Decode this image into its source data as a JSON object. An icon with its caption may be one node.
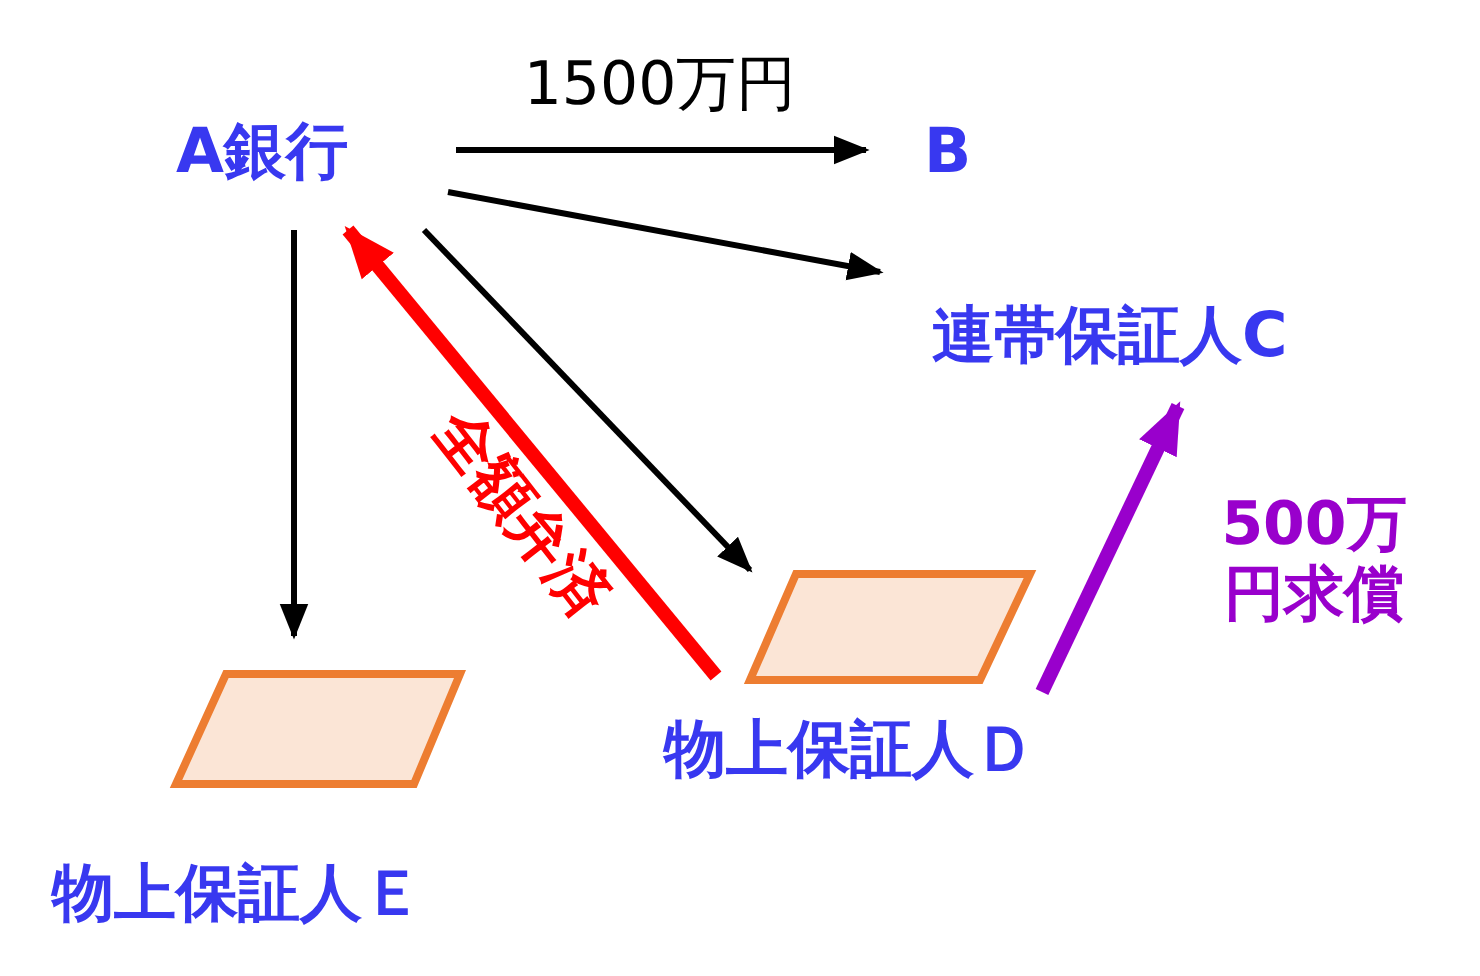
{
  "diagram": {
    "nodes": [
      {
        "text": [
          "A銀行"
        ]
      },
      {
        "text": [
          "B"
        ]
      },
      {
        "text": [
          "連帯保証人C"
        ]
      },
      {
        "text": [
          "物上保証人Ｄ"
        ]
      },
      {
        "text": [
          "物上保証人Ｅ"
        ]
      }
    ],
    "edges": [
      {
        "from": 0,
        "to": 1,
        "arrow": "to",
        "label": "1500万円"
      },
      {
        "from": 0,
        "to": 2,
        "arrow": "to"
      },
      {
        "from": 0,
        "to": 3,
        "arrow": "to"
      },
      {
        "from": 0,
        "to": 4,
        "arrow": "to"
      },
      {
        "from": 3,
        "to": 0,
        "arrow": "to",
        "style": "thick",
        "color": "#ff0000",
        "label": "全額弁済"
      },
      {
        "from": 3,
        "to": 2,
        "arrow": "to",
        "style": "thick",
        "color": "#9900cc",
        "label": "500万円求償"
      }
    ]
  }
}
